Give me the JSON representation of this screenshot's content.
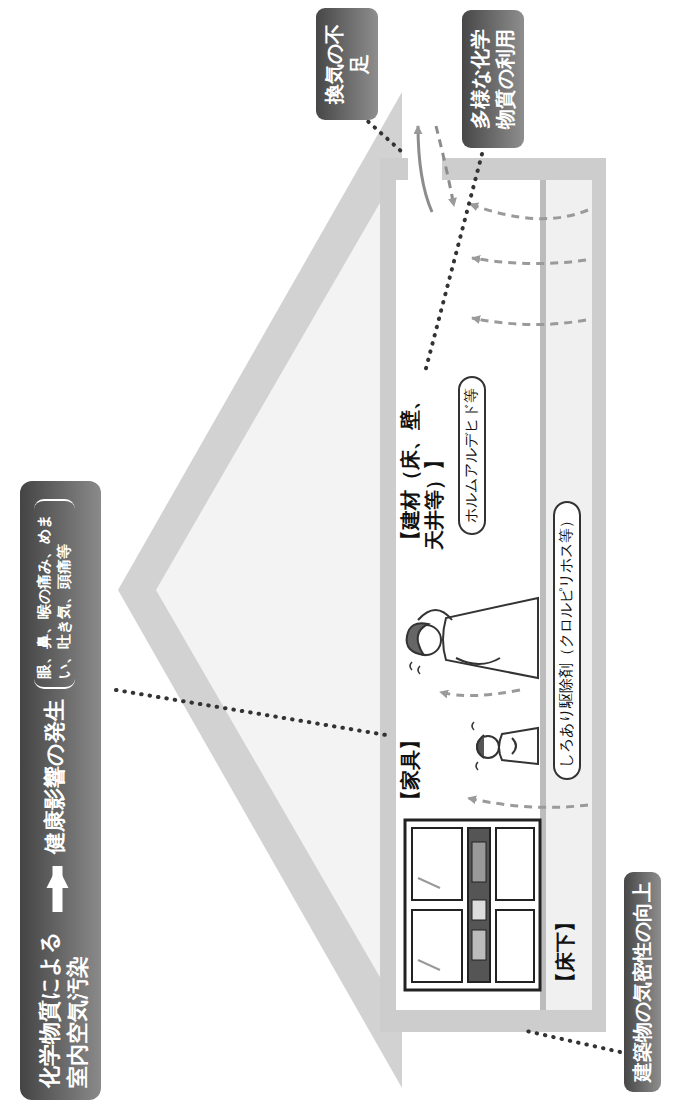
{
  "diagram": {
    "nodes": [
      {
        "text": [
          "化学物質による室内空気汚染"
        ]
      },
      {
        "text": [
          "健康影響の発生",
          "眼、鼻、喉の痛み、めまい、吐き気、頭痛等"
        ]
      },
      {
        "text": [
          "多様な化学物質の利用"
        ]
      },
      {
        "text": [
          "換気の不足"
        ]
      },
      {
        "text": [
          "ホルムアルデヒド等"
        ]
      },
      {
        "text": [
          "しろあり駆除剤（クロルピリホス等）"
        ]
      },
      {
        "text": [
          "建築物の気密性の向上"
        ]
      }
    ],
    "edges": [
      {
        "from": 0,
        "to": 1,
        "arrow": "to"
      }
    ],
    "labels": [
      "【家具】",
      "【建材（床、壁、天井等）】",
      "【床下】"
    ]
  }
}
